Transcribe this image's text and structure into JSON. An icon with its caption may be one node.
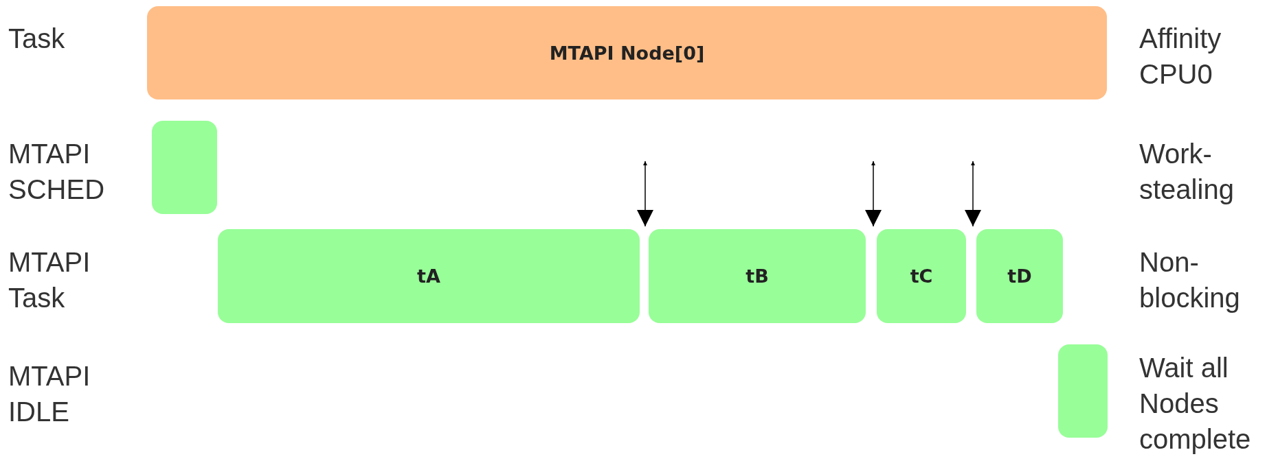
{
  "diagram": {
    "nodes": [
      {
        "text": [
          "MTAPI Node[0]"
        ]
      },
      {
        "text": [],
        "shape": "box"
      },
      {
        "text": [
          "tA"
        ]
      },
      {
        "text": [
          "tB"
        ]
      },
      {
        "text": [
          "tC"
        ]
      },
      {
        "text": [
          "tD"
        ]
      },
      {
        "text": [],
        "shape": "box"
      }
    ],
    "edges": [
      {
        "from": null,
        "to": 3,
        "arrow": "both"
      },
      {
        "from": null,
        "to": 4,
        "arrow": "both"
      },
      {
        "from": null,
        "to": 5,
        "arrow": "both"
      }
    ],
    "labels": [
      "Task",
      "Affinity CPU0",
      "MTAPI SCHED",
      "Work-stealing",
      "MTAPI Task",
      "Non-blocking",
      "MTAPI IDLE",
      "Wait all Nodes complete"
    ]
  }
}
